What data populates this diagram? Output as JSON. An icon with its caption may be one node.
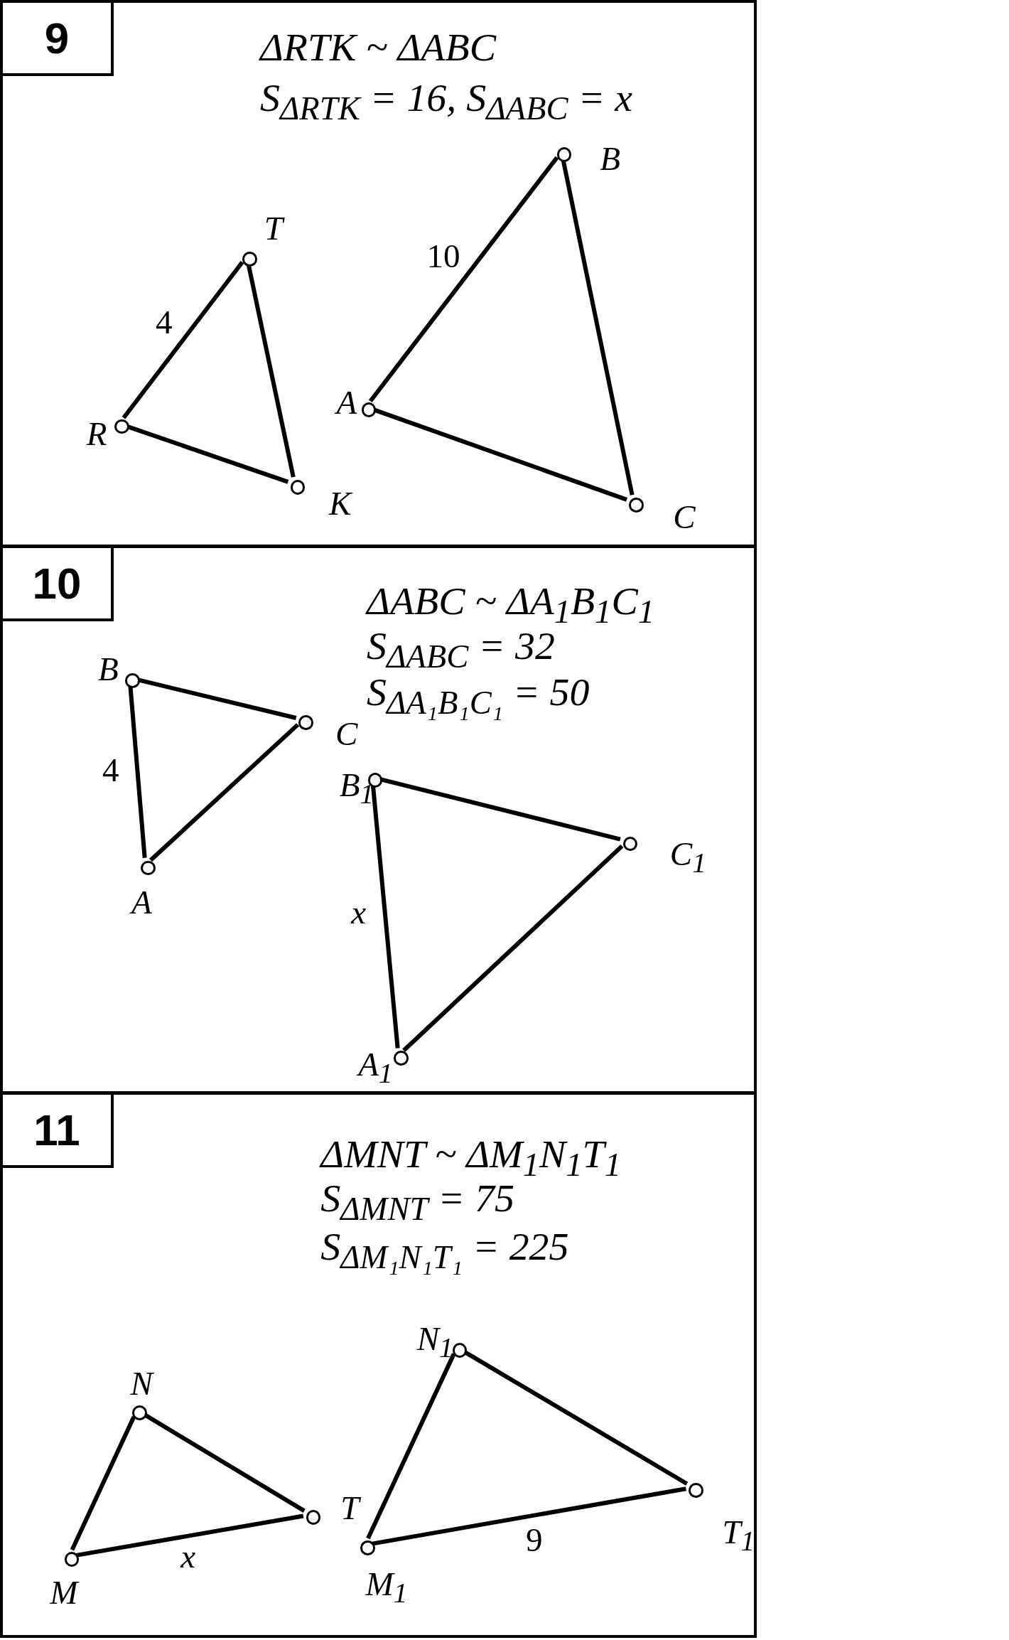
{
  "diagram": {
    "nodes": [
      {
        "text": [
          "ΔRTK ~ ΔABC",
          "S$_{ΔRTK}$ = 16, S$_{ΔABC}$ = x"
        ]
      },
      {
        "text": [
          "9"
        ],
        "in": 0
      },
      {
        "text": [],
        "shape": "circle",
        "beside": [
          "T"
        ],
        "in": 0
      },
      {
        "text": [],
        "shape": "circle",
        "beside": [
          "R"
        ],
        "in": 0
      },
      {
        "text": [],
        "shape": "circle",
        "beside": [
          "K"
        ],
        "in": 0
      },
      {
        "text": [],
        "shape": "circle",
        "beside": [
          "B"
        ],
        "in": 0
      },
      {
        "text": [],
        "shape": "circle",
        "beside": [
          "A"
        ],
        "in": 0
      },
      {
        "text": [],
        "shape": "circle",
        "beside": [
          "C"
        ],
        "in": 0
      },
      {
        "text": [
          "ΔABC ~ ΔA$_{1}$B$_{1}$C$_{1}$",
          "S$_{ΔABC}$ = 32",
          "S$_{ΔA₁B₁C₁}$ = 50"
        ]
      },
      {
        "text": [
          "10"
        ],
        "in": 8
      },
      {
        "text": [],
        "shape": "circle",
        "beside": [
          "B"
        ],
        "in": 8
      },
      {
        "text": [],
        "shape": "circle",
        "beside": [
          "C"
        ],
        "in": 8
      },
      {
        "text": [],
        "shape": "circle",
        "beside": [
          "A"
        ],
        "in": 8
      },
      {
        "text": [],
        "shape": "circle",
        "beside": [
          "B$_{1}$"
        ],
        "in": 8
      },
      {
        "text": [],
        "shape": "circle",
        "beside": [
          "C$_{1}$"
        ],
        "in": 8
      },
      {
        "text": [],
        "shape": "circle",
        "beside": [
          "A$_{1}$"
        ],
        "in": 8
      },
      {
        "text": [
          "ΔMNT ~ ΔM$_{1}$N$_{1}$T$_{1}$",
          "S$_{ΔMNT}$ = 75",
          "S$_{ΔM₁N₁T₁}$ = 225"
        ]
      },
      {
        "text": [
          "11"
        ],
        "in": 16
      },
      {
        "text": [],
        "shape": "circle",
        "beside": [
          "N"
        ],
        "in": 16
      },
      {
        "text": [],
        "shape": "circle",
        "beside": [
          "T"
        ],
        "in": 16
      },
      {
        "text": [],
        "shape": "circle",
        "beside": [
          "M"
        ],
        "in": 16
      },
      {
        "text": [],
        "shape": "circle",
        "beside": [
          "N$_{1}$"
        ],
        "in": 16
      },
      {
        "text": [],
        "shape": "circle",
        "beside": [
          "T$_{1}$"
        ],
        "in": 16
      },
      {
        "text": [],
        "shape": "circle",
        "beside": [
          "M$_{1}$"
        ],
        "in": 16
      }
    ],
    "edges": [
      {
        "from": 3,
        "to": 2,
        "arrow": "none",
        "label": "4"
      },
      {
        "from": 2,
        "to": 4,
        "arrow": "none"
      },
      {
        "from": 3,
        "to": 4,
        "arrow": "none"
      },
      {
        "from": 6,
        "to": 5,
        "arrow": "none",
        "label": "10"
      },
      {
        "from": 5,
        "to": 7,
        "arrow": "none"
      },
      {
        "from": 6,
        "to": 7,
        "arrow": "none"
      },
      {
        "from": 10,
        "to": 12,
        "arrow": "none",
        "label": "4"
      },
      {
        "from": 10,
        "to": 11,
        "arrow": "none"
      },
      {
        "from": 11,
        "to": 12,
        "arrow": "none"
      },
      {
        "from": 13,
        "to": 15,
        "arrow": "none",
        "label": "x"
      },
      {
        "from": 13,
        "to": 14,
        "arrow": "none"
      },
      {
        "from": 14,
        "to": 15,
        "arrow": "none"
      },
      {
        "from": 20,
        "to": 18,
        "arrow": "none"
      },
      {
        "from": 18,
        "to": 19,
        "arrow": "none"
      },
      {
        "from": 20,
        "to": 19,
        "arrow": "none",
        "label": "x"
      },
      {
        "from": 23,
        "to": 21,
        "arrow": "none"
      },
      {
        "from": 21,
        "to": 22,
        "arrow": "none"
      },
      {
        "from": 23,
        "to": 22,
        "arrow": "none",
        "label": "9"
      }
    ]
  }
}
